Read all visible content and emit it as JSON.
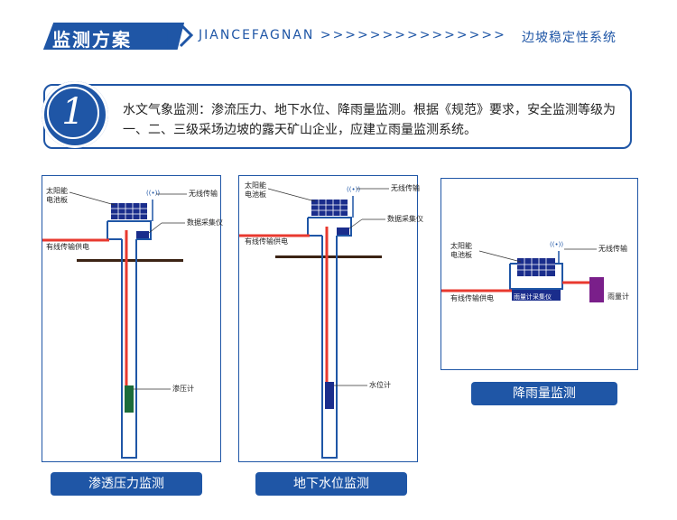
{
  "header": {
    "title": "监测方案",
    "pinyin": "JIANCEFAGNAN >>>>>>>>>>>>>>>",
    "subtitle": "边坡稳定性系统"
  },
  "intro": {
    "number": "1",
    "text": "水文气象监测：渗流压力、地下水位、降雨量监测。根据《规范》要求，安全监测等级为一、二、三级采场边坡的露天矿山企业，应建立雨量监测系统。"
  },
  "panels": {
    "seepage": {
      "solar_label": "太阳能\n电池板",
      "wireless_label": "无线传输",
      "collector_label": "数据采集仪",
      "power_label": "有线传输供电",
      "sensor_label": "渗压计",
      "caption": "渗透压力监测"
    },
    "groundwater": {
      "solar_label": "太阳能\n电池板",
      "wireless_label": "无线传输",
      "collector_label": "数据采集仪",
      "power_label": "有线传输供电",
      "sensor_label": "水位计",
      "caption": "地下水位监测"
    },
    "rainfall": {
      "solar_label": "太阳能\n电池板",
      "wireless_label": "无线传输",
      "collector_label": "雨量计采集仪",
      "power_label": "有线传输供电",
      "sensor_label": "雨量计",
      "caption": "降雨量监测"
    }
  },
  "colors": {
    "brand_blue": "#1f56a6",
    "cable_red": "#e8392f",
    "seepage_sensor": "#1c6b3a",
    "water_sensor": "#1a2d8c",
    "rain_gauge": "#7a1f8a",
    "ground": "#3b2314"
  }
}
